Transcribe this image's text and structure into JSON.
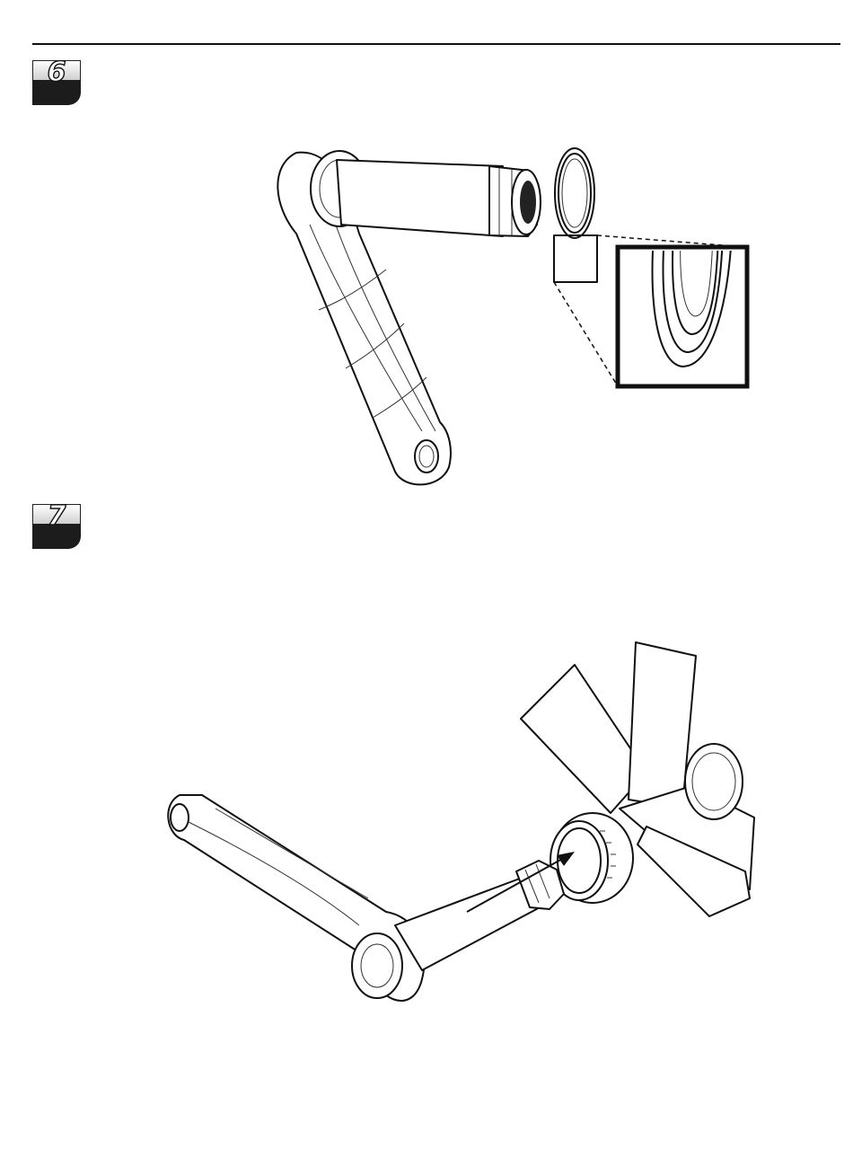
{
  "steps": [
    {
      "number": "6",
      "illustration": "crank-arm-with-spindle-and-bearing-seal-detail"
    },
    {
      "number": "7",
      "illustration": "crank-spindle-inserted-into-bottom-bracket"
    }
  ],
  "colors": {
    "ink": "#111111",
    "badge_dark": "#1c1c1c",
    "badge_light": "#cfcfcf",
    "page": "#ffffff"
  }
}
